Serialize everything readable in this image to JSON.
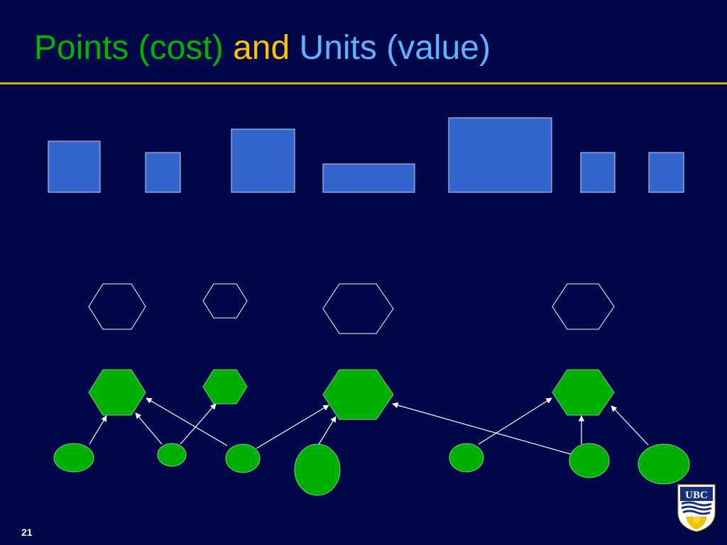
{
  "slide": {
    "title": {
      "part1": "Points (cost)",
      "part2": "and",
      "part3": "Units (value)"
    },
    "page_number": "21",
    "logo_text": "UBC"
  },
  "colors": {
    "background": "#00084a",
    "title_points": "#00b400",
    "title_and": "#ffc000",
    "title_units": "#5fb2ff",
    "rule": "#d4b000",
    "rectangle_fill": "#3366cc",
    "green_shape_fill": "#00b000",
    "outline_white": "#ffffff"
  }
}
